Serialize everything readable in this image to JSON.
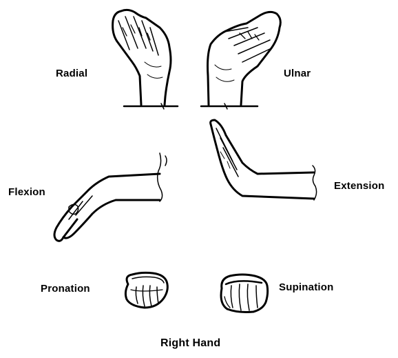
{
  "labels": {
    "radial": "Radial",
    "ulnar": "Ulnar",
    "flexion": "Flexion",
    "extension": "Extension",
    "pronation": "Pronation",
    "supination": "Supination",
    "caption": "Right Hand"
  },
  "colors": {
    "ink": "#000000",
    "background": "#ffffff"
  }
}
